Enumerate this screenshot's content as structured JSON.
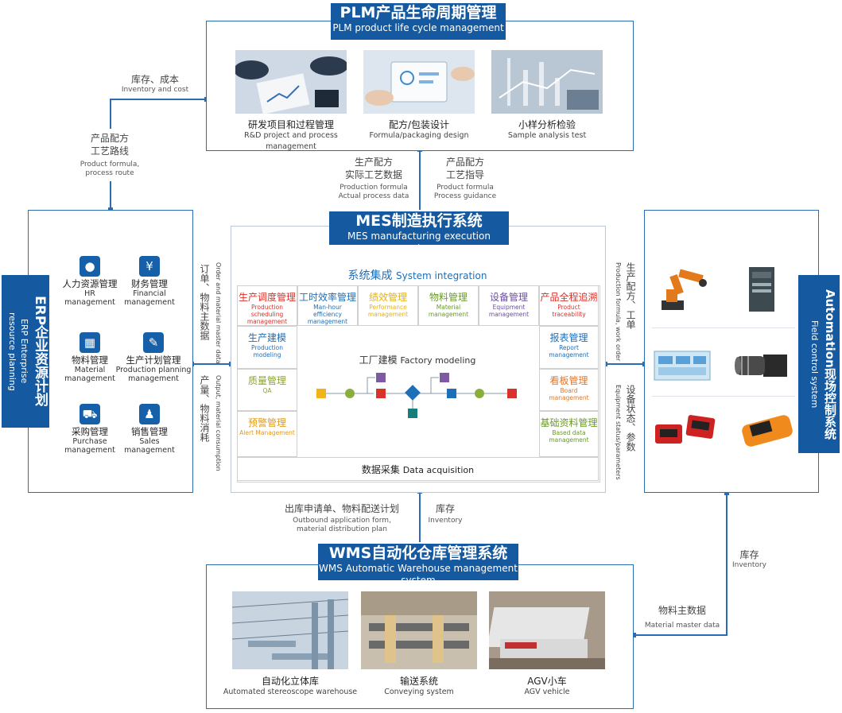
{
  "plm": {
    "title_zh": "PLM产品生命周期管理",
    "title_en": "PLM product life cycle management",
    "items": [
      {
        "zh": "研发项目和过程管理",
        "en": "R&D project and process management",
        "icon": "handshake-chart-photo"
      },
      {
        "zh": "配方/包装设计",
        "en": "Formula/packaging design",
        "icon": "tablet-hands-photo"
      },
      {
        "zh": "小样分析检验",
        "en": "Sample analysis test",
        "icon": "analysis-photo"
      }
    ]
  },
  "flows": {
    "inventory_cost": {
      "zh": "库存、成本",
      "en": "Inventory and cost"
    },
    "product_formula": {
      "zh1": "产品配方",
      "zh2": "工艺路线",
      "en1": "Product formula,",
      "en2": "process route"
    },
    "prod_formula_actual": {
      "zh1": "生产配方",
      "zh2": "实际工艺数据",
      "en1": "Production formula",
      "en2": "Actual process data"
    },
    "prod_formula_guidance": {
      "zh1": "产品配方",
      "zh2": "工艺指导",
      "en1": "Product formula",
      "en2": "Process guidance"
    },
    "order_master": {
      "zh": "订单、物料主数据",
      "en": "Order and material master data"
    },
    "output_consumption": {
      "zh": "产量、物料消耗",
      "en": "Output, material consumption"
    },
    "formula_workorder": {
      "zh": "生产配方、工单",
      "en": "Production formula, work order"
    },
    "equipment_status": {
      "zh": "设备状态、参数",
      "en": "Equipment status/parameters"
    },
    "outbound": {
      "zh": "出库申请单、物料配送计划",
      "en1": "Outbound application form,",
      "en2": "material distribution plan"
    },
    "inventory_mes": {
      "zh": "库存",
      "en": "Inventory"
    },
    "inventory_right": {
      "zh": "库存",
      "en": "Inventory"
    },
    "material_master": {
      "zh": "物料主数据",
      "en": "Material master data"
    }
  },
  "erp": {
    "title_zh": "ERP企业资源计划",
    "title_en1": "ERP Enterprise",
    "title_en2": "resource planning",
    "items": [
      {
        "zh": "人力资源管理",
        "en1": "HR",
        "en2": "management",
        "icon": "person-icon"
      },
      {
        "zh": "财务管理",
        "en1": "Financial",
        "en2": "management",
        "icon": "money-bag-icon"
      },
      {
        "zh": "物料管理",
        "en1": "Material",
        "en2": "management",
        "icon": "boxes-icon"
      },
      {
        "zh": "生产计划管理",
        "en1": "Production planning",
        "en2": "management",
        "icon": "edit-icon"
      },
      {
        "zh": "采购管理",
        "en1": "Purchase",
        "en2": "management",
        "icon": "cart-icon"
      },
      {
        "zh": "销售管理",
        "en1": "Sales",
        "en2": "management",
        "icon": "salesperson-icon"
      }
    ]
  },
  "mes": {
    "title_zh": "MES制造执行系统",
    "title_en": "MES manufacturing execution system",
    "system_integration_zh": "系统集成",
    "system_integration_en": "System integration",
    "top_modules": [
      {
        "zh": "生产调度管理",
        "en": "Production scheduling management",
        "color": "#d9322a"
      },
      {
        "zh": "工时效率管理",
        "en": "Man-hour efficiency management",
        "color": "#1d6fb8"
      },
      {
        "zh": "绩效管理",
        "en": "Performance management",
        "color": "#e3b21a"
      },
      {
        "zh": "物料管理",
        "en": "Material management",
        "color": "#6a9a2a"
      },
      {
        "zh": "设备管理",
        "en": "Equipment management",
        "color": "#6b4fa0"
      },
      {
        "zh": "产品全程追溯",
        "en": "Product traceability",
        "color": "#d9322a"
      }
    ],
    "left_modules": [
      {
        "zh": "生产建模",
        "en": "Production modeling",
        "color": "#1d6fb8"
      },
      {
        "zh": "质量管理",
        "en": "QA",
        "color": "#8aa62a"
      },
      {
        "zh": "预警管理",
        "en": "Alert Management",
        "color": "#e09a1a"
      }
    ],
    "right_modules": [
      {
        "zh": "报表管理",
        "en": "Report management",
        "color": "#1d6fb8"
      },
      {
        "zh": "看板管理",
        "en": "Board management",
        "color": "#e0782a"
      },
      {
        "zh": "基础资料管理",
        "en": "Based data management",
        "color": "#6a9a2a"
      }
    ],
    "factory_zh": "工厂建模",
    "factory_en": "Factory modeling",
    "data_acq_zh": "数据采集",
    "data_acq_en": "Data acquisition"
  },
  "automation": {
    "title_zh": "Automation现场控制系统",
    "title_en": "Field control system",
    "devices": [
      "robot-arm-icon",
      "plc-module-icon",
      "hmi-panel-icon",
      "camera-icon",
      "rfid-reader-icon",
      "handheld-meter-icon"
    ]
  },
  "wms": {
    "title_zh": "WMS自动化仓库管理系统",
    "title_en": "WMS Automatic Warehouse management system",
    "items": [
      {
        "zh": "自动化立体库",
        "en": "Automated stereoscope warehouse",
        "icon": "warehouse-photo"
      },
      {
        "zh": "输送系统",
        "en": "Conveying system",
        "icon": "conveyor-photo"
      },
      {
        "zh": "AGV小车",
        "en": "AGV vehicle",
        "icon": "agv-photo"
      }
    ]
  }
}
